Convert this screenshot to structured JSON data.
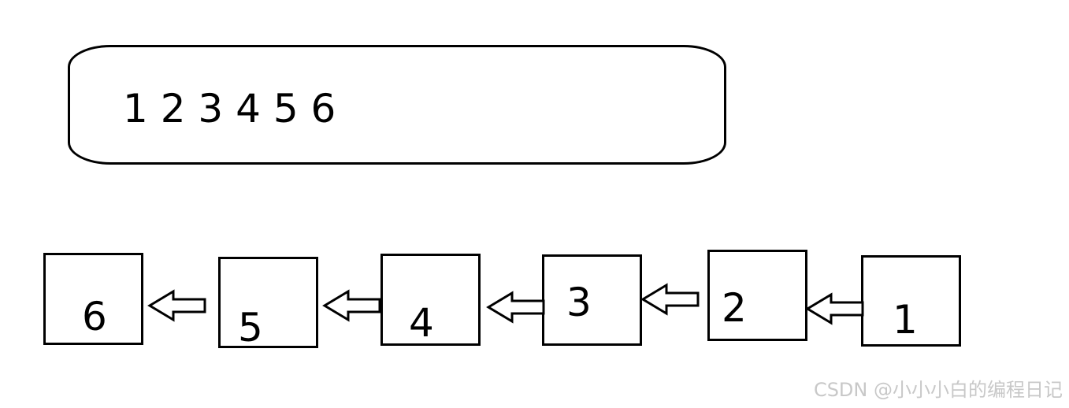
{
  "stack_contents": "1 2 3 4 5 6",
  "boxes": [
    {
      "label": "6"
    },
    {
      "label": "5"
    },
    {
      "label": "4"
    },
    {
      "label": "3"
    },
    {
      "label": "2"
    },
    {
      "label": "1"
    }
  ],
  "arrow_icon": "hollow-left-arrow",
  "watermark": "CSDN @小小小白的编程日记",
  "colors": {
    "stroke": "#000000",
    "background": "#ffffff",
    "watermark": "#c8c8c8"
  }
}
